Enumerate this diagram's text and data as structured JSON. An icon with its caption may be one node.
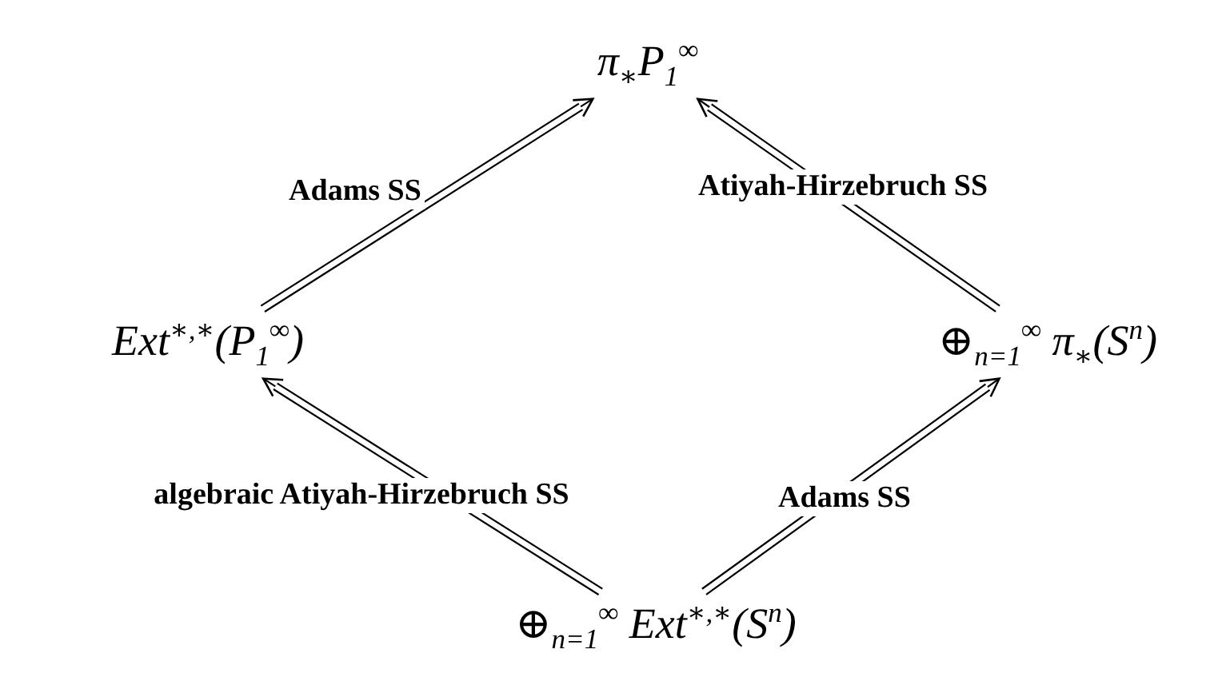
{
  "diagram": {
    "nodes": [
      {
        "text": [
          "π$_{∗}$P$_{1}$$^{∞}$"
        ]
      },
      {
        "text": [
          "Ext$^{∗,∗}$(P$_{1}$$^{∞}$)"
        ]
      },
      {
        "text": [
          "⊕$_{n=1}$$^{∞}$ π$_{∗}$(S$^{n}$)"
        ]
      },
      {
        "text": [
          "⊕$_{n=1}$$^{∞}$ Ext$^{∗,∗}$(S$^{n}$)"
        ]
      }
    ],
    "edges": [
      {
        "from": 1,
        "to": 0,
        "arrow": "to",
        "label": "Adams SS"
      },
      {
        "from": 2,
        "to": 0,
        "arrow": "to",
        "label": "Atiyah-Hirzebruch SS"
      },
      {
        "from": 3,
        "to": 1,
        "arrow": "to",
        "label": "algebraic Atiyah-Hirzebruch SS"
      },
      {
        "from": 3,
        "to": 2,
        "arrow": "to",
        "label": "Adams SS"
      }
    ]
  }
}
